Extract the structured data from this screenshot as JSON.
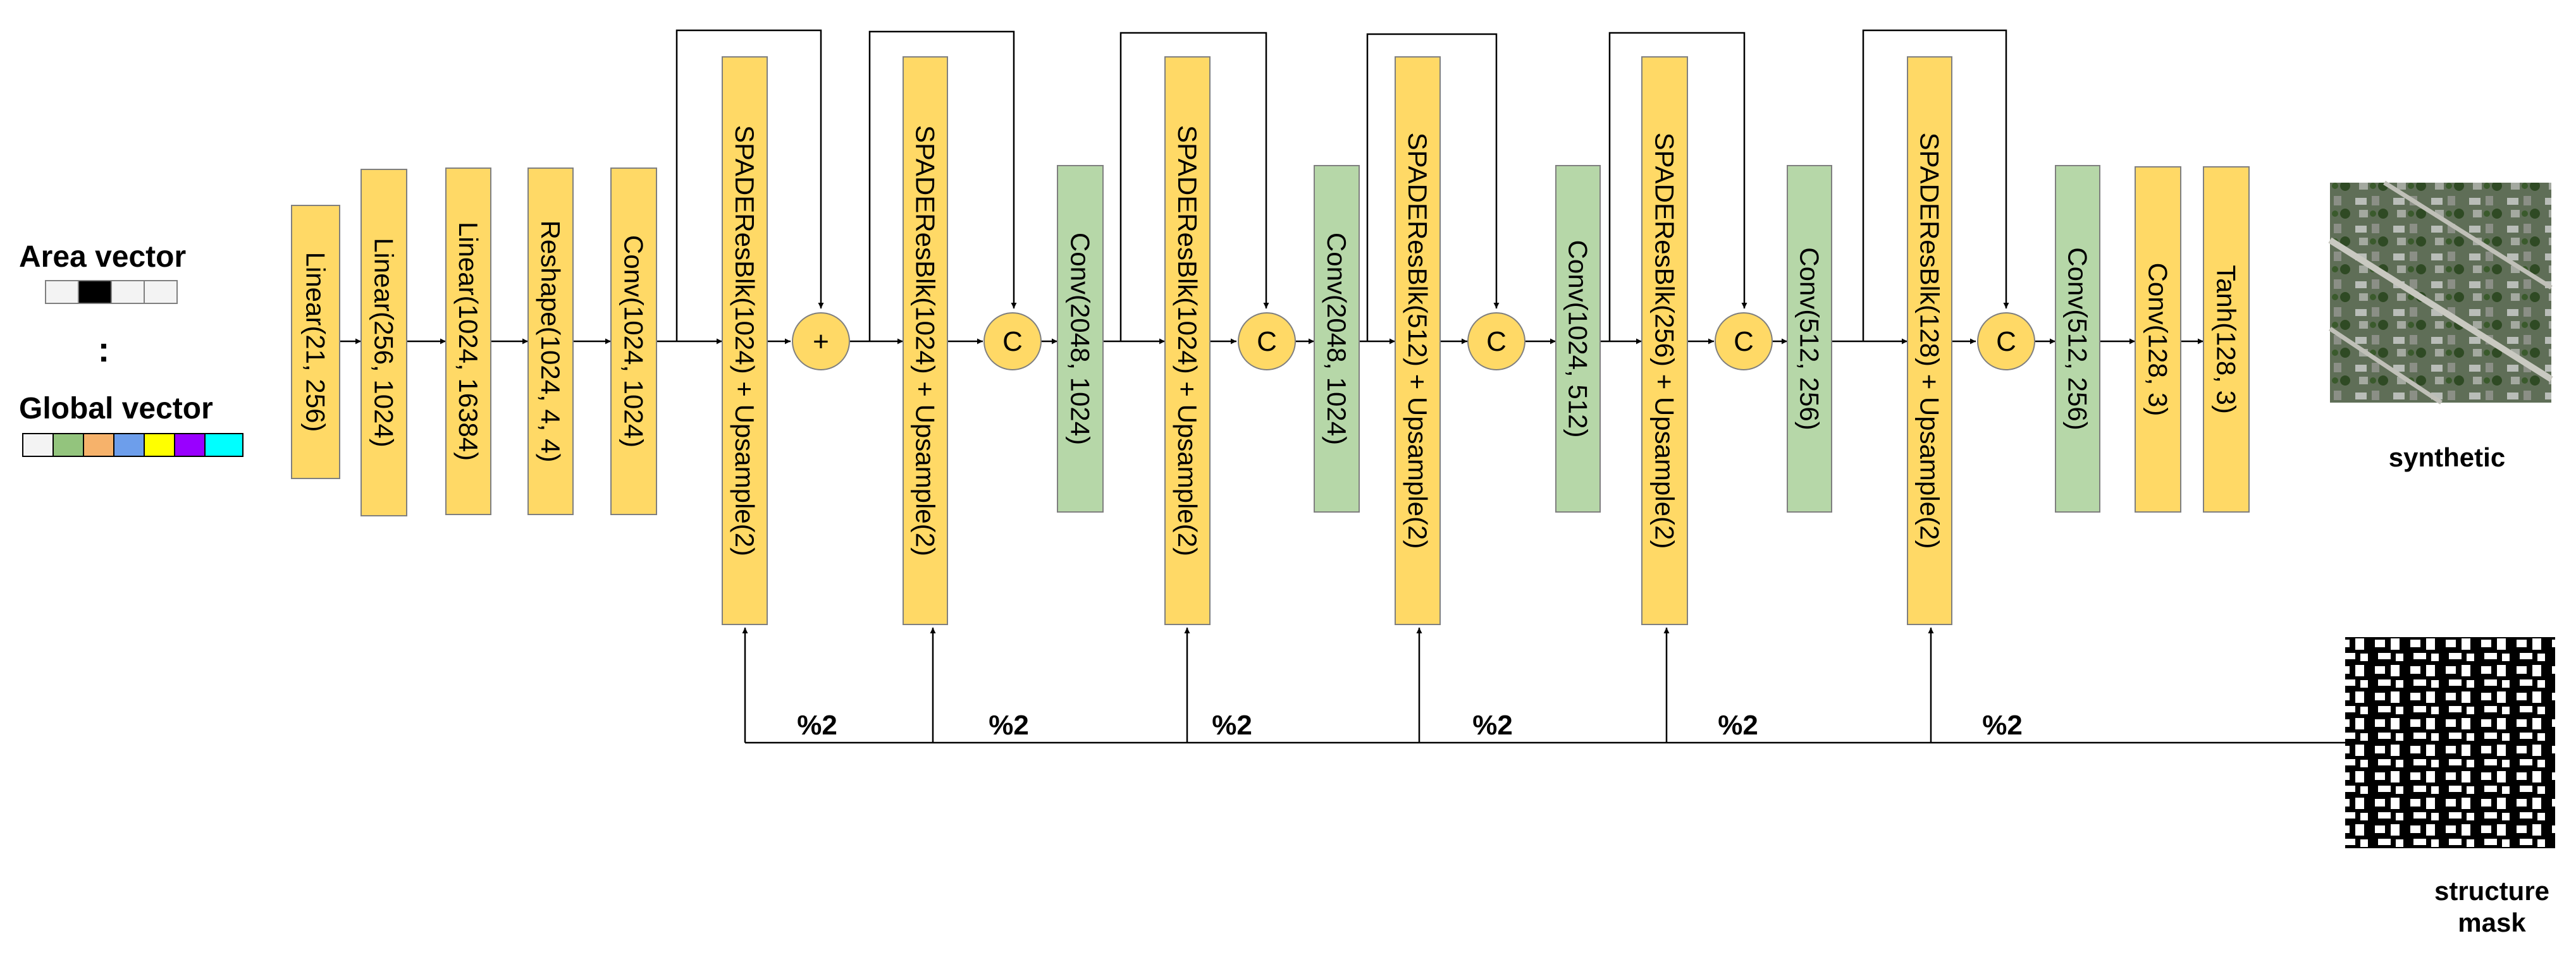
{
  "left_panel": {
    "area_vector_label": "Area vector",
    "separator": ":",
    "global_vector_label": "Global vector",
    "area_vector_cells": [
      "#f3f3f3",
      "#000000",
      "#f3f3f3",
      "#f3f3f3"
    ],
    "global_vector_cells": [
      "#f3f3f3",
      "#93c47d",
      "#f6b26b",
      "#6d9eeb",
      "#ffff00",
      "#9900ff",
      "#00ffff"
    ]
  },
  "colors": {
    "layer_yellow": "#ffd966",
    "conv_green": "#b6d7a8",
    "stroke": "#7f7f7f"
  },
  "blocks": [
    {
      "label": "Linear(21, 256)",
      "kind": "yellow"
    },
    {
      "label": "Linear(256, 1024)",
      "kind": "yellow"
    },
    {
      "label": "Linear(1024, 16384)",
      "kind": "yellow"
    },
    {
      "label": "Reshape(1024, 4, 4)",
      "kind": "yellow"
    },
    {
      "label": "Conv(1024, 1024)",
      "kind": "yellow"
    },
    {
      "label": "SPADEResBlk(1024) + Upsample(2)",
      "kind": "yellow"
    },
    {
      "label": "SPADEResBlk(1024) + Upsample(2)",
      "kind": "yellow"
    },
    {
      "label": "Conv(2048, 1024)",
      "kind": "green"
    },
    {
      "label": "SPADEResBlk(1024) + Upsample(2)",
      "kind": "yellow"
    },
    {
      "label": "Conv(2048, 1024)",
      "kind": "green"
    },
    {
      "label": "SPADEResBlk(512) + Upsample(2)",
      "kind": "yellow"
    },
    {
      "label": "Conv(1024, 512)",
      "kind": "green"
    },
    {
      "label": "SPADEResBlk(256) + Upsample(2)",
      "kind": "yellow"
    },
    {
      "label": "Conv(512, 256)",
      "kind": "green"
    },
    {
      "label": "SPADEResBlk(128) + Upsample(2)",
      "kind": "yellow"
    },
    {
      "label": "Conv(512, 256)",
      "kind": "green"
    },
    {
      "label": "Conv(128, 3)",
      "kind": "yellow"
    },
    {
      "label": "Tanh(128, 3)",
      "kind": "yellow"
    }
  ],
  "ops": [
    "+",
    "C",
    "C",
    "C",
    "C",
    "C"
  ],
  "mask_labels": [
    "%2",
    "%2",
    "%2",
    "%2",
    "%2",
    "%2"
  ],
  "synthetic_label": "synthetic",
  "structure_mask_label": [
    "structure",
    "mask"
  ]
}
